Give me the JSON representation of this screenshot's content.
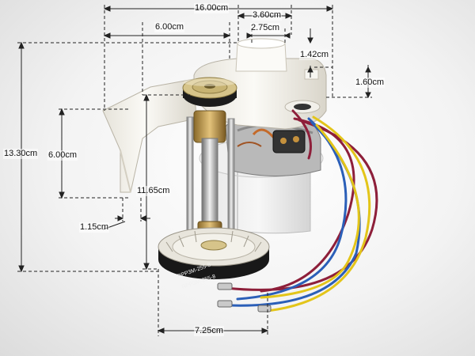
{
  "dimensions": {
    "overall_width": "16.00cm",
    "top_width": "3.60cm",
    "motor_offset": "6.00cm",
    "top_inner_width": "2.75cm",
    "cap_height": "1.42cm",
    "shoulder_height": "1.60cm",
    "overall_height": "13.30cm",
    "arm_height": "6.00cm",
    "shaft_height": "11.65cm",
    "arm_thickness": "1.15cm",
    "base_width": "7.25cm"
  },
  "product": {
    "belt_text_1": "RPP3M-255-8",
    "belt_text_2": "RPP3M-255-8"
  },
  "colors": {
    "dimension_line": "#222222",
    "plastic": "#f4f2ec",
    "wire_red": "#8e1f3a",
    "wire_blue": "#2b5fb8",
    "wire_yellow": "#e3c51a"
  }
}
